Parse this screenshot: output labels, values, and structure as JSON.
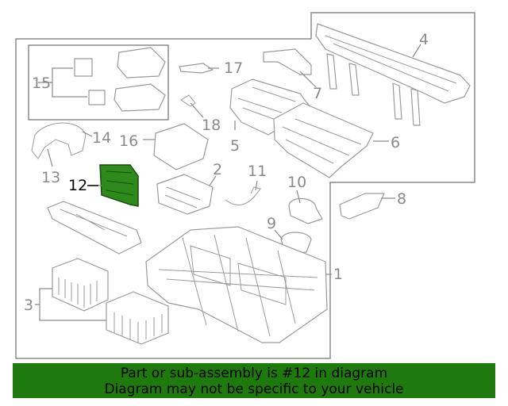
{
  "diagram": {
    "callouts": {
      "c1": "1",
      "c2": "2",
      "c3": "3",
      "c4": "4",
      "c5": "5",
      "c6": "6",
      "c7": "7",
      "c8": "8",
      "c9": "9",
      "c10": "10",
      "c11": "11",
      "c12": "12",
      "c13": "13",
      "c14": "14",
      "c15": "15",
      "c16": "16",
      "c17": "17",
      "c18": "18"
    },
    "highlighted_part": "12",
    "colors": {
      "highlight_fill": "#2f8a1c",
      "banner_background": "#1f7a0e",
      "line_gray": "#9a9a9a"
    }
  },
  "footer": {
    "line1": "Part or sub-assembly is #12 in diagram",
    "line2": "Diagram may not be specific to your vehicle"
  }
}
